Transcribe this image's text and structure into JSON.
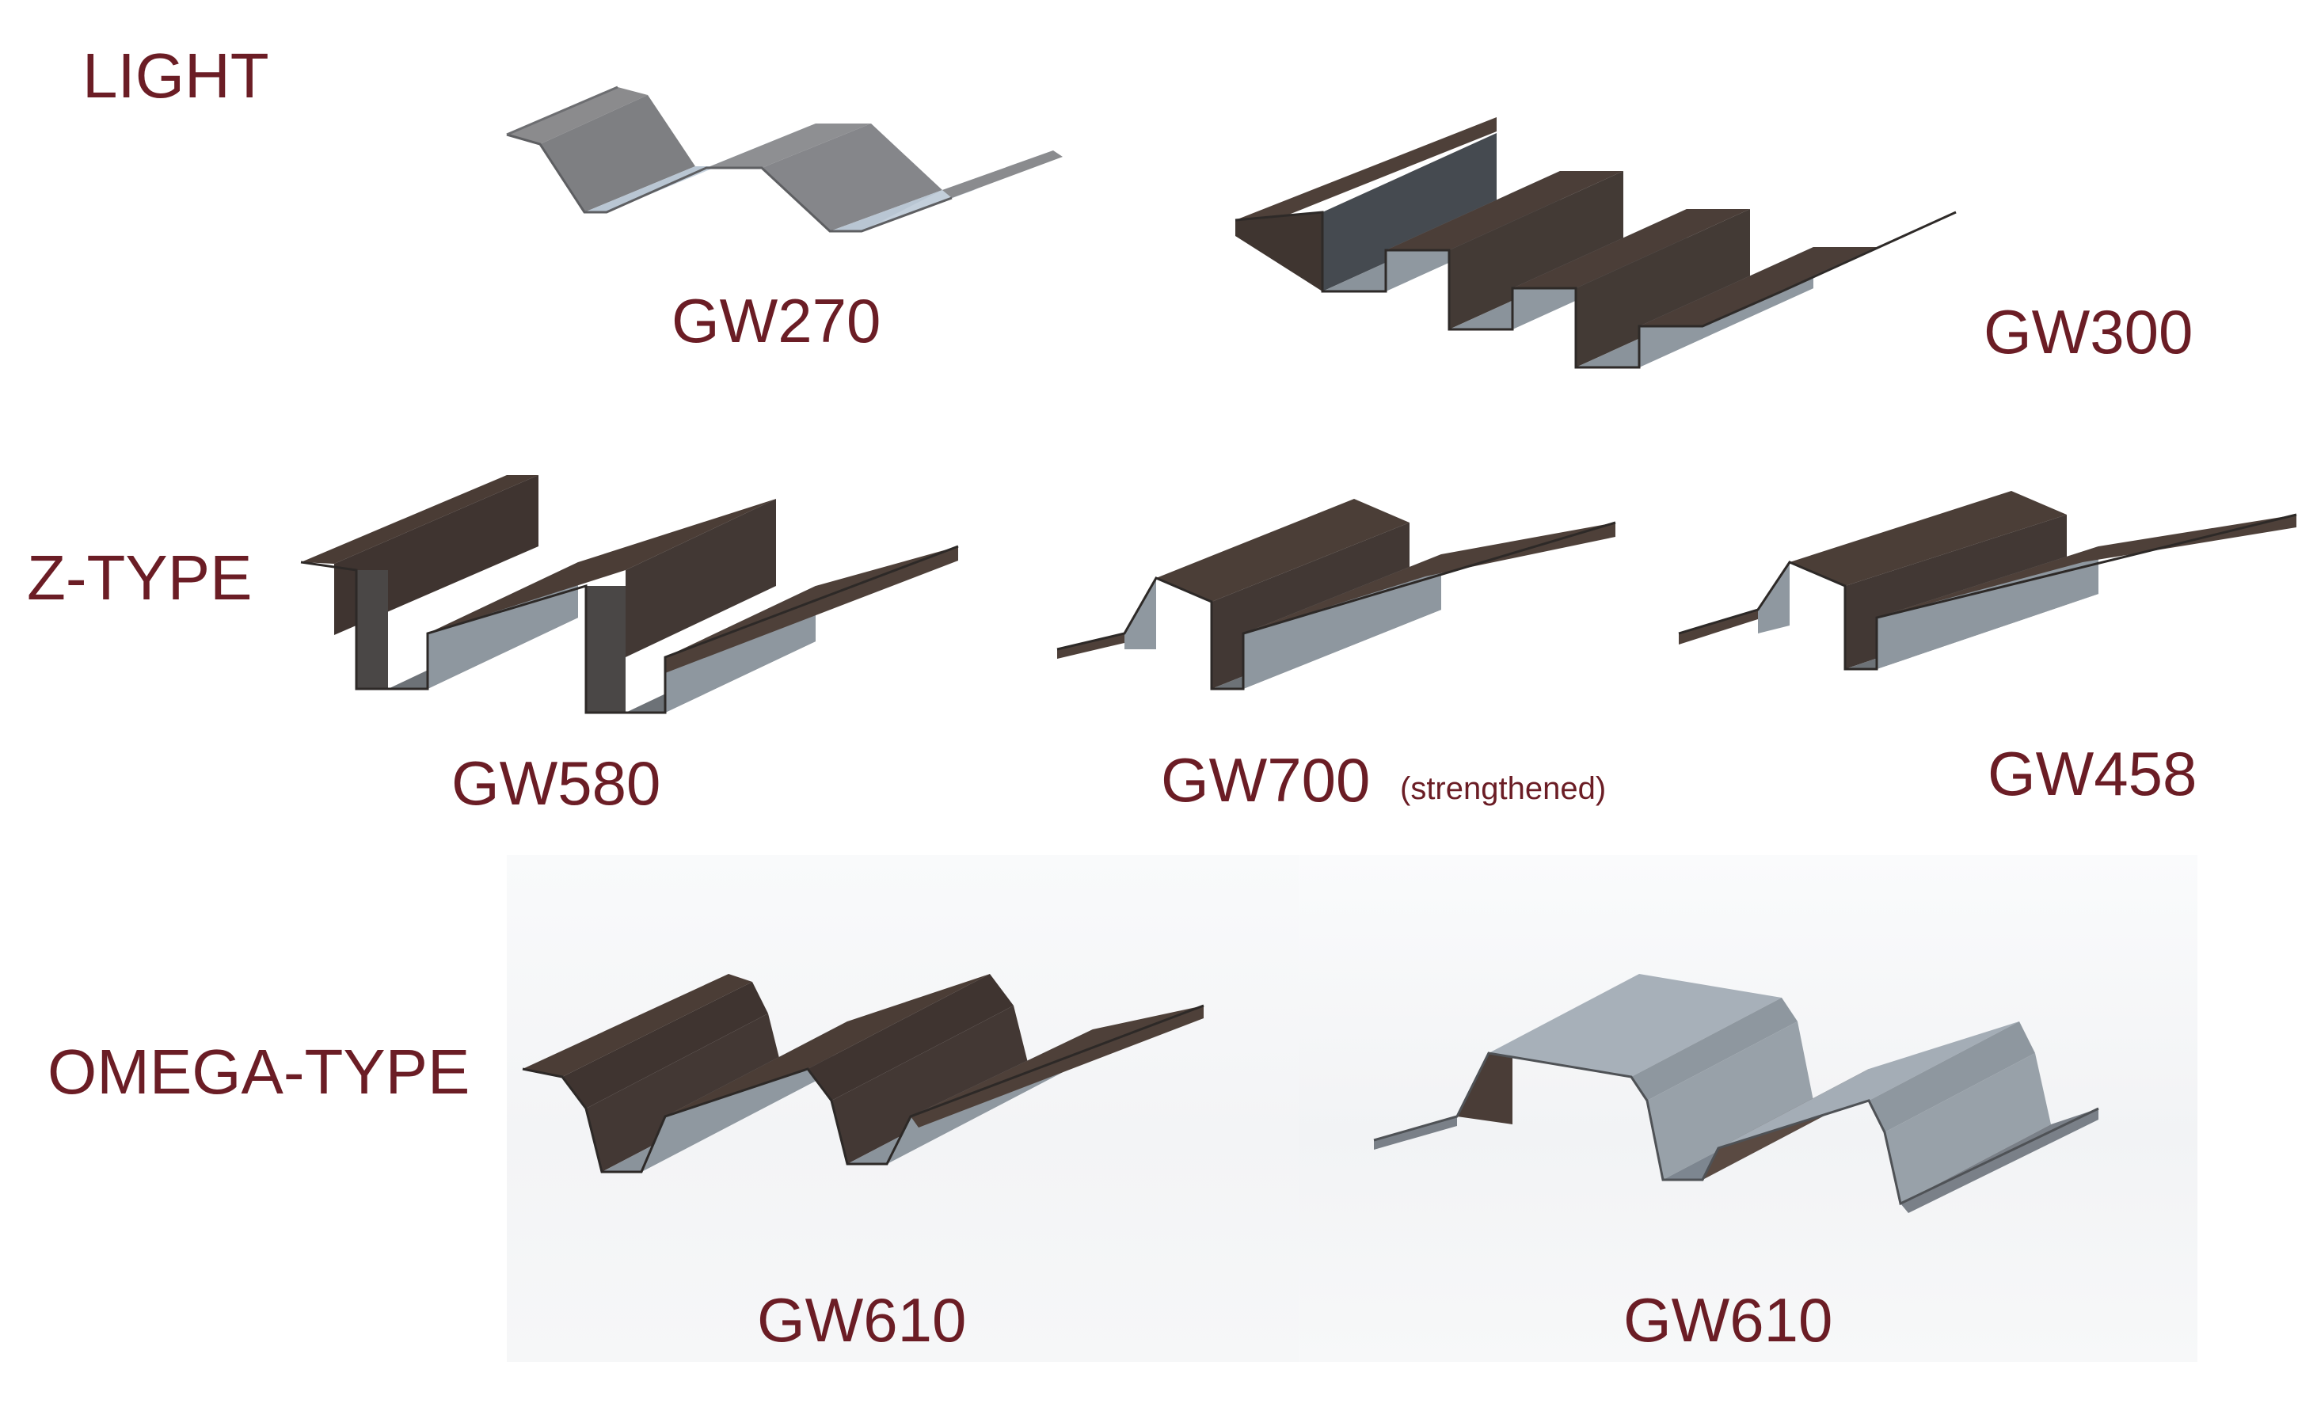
{
  "colors": {
    "text": "#6b1d25",
    "profile_dark": "#4b3d37",
    "profile_grey": "#868f97",
    "profile_light": "#a9b2bb"
  },
  "categories": {
    "light": "LIGHT",
    "z_type": "Z-TYPE",
    "omega_type": "OMEGA-TYPE"
  },
  "profiles": {
    "gw270": {
      "label": "GW270"
    },
    "gw300": {
      "label": "GW300"
    },
    "gw580": {
      "label": "GW580"
    },
    "gw700": {
      "label": "GW700",
      "note": "(strengthened)"
    },
    "gw458": {
      "label": "GW458"
    },
    "gw610_brown": {
      "label": "GW610"
    },
    "gw610_grey": {
      "label": "GW610"
    }
  }
}
